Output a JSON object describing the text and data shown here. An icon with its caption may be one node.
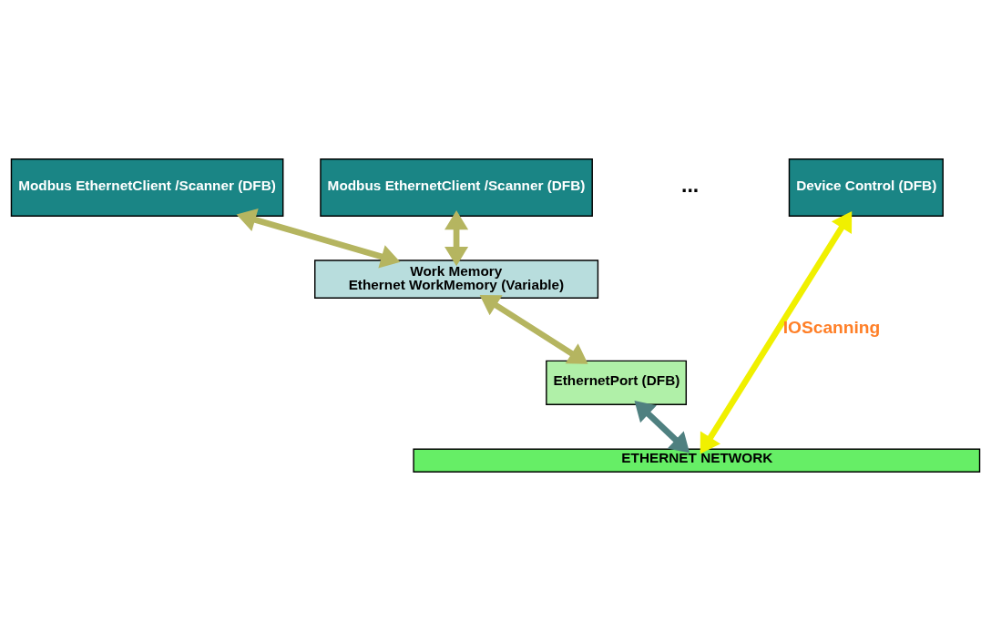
{
  "diagram": {
    "nodes": [
      {
        "text": [
          "Modbus EthernetClient /Scanner (DFB)"
        ]
      },
      {
        "text": [
          "Modbus EthernetClient /Scanner (DFB)"
        ]
      },
      {
        "text": [
          "Device Control (DFB)"
        ]
      },
      {
        "text": [
          "Work Memory",
          "Ethernet WorkMemory (Variable)"
        ]
      },
      {
        "text": [
          "EthernetPort (DFB)"
        ]
      },
      {
        "text": [
          "ETHERNET NETWORK"
        ]
      }
    ],
    "edges": [
      {
        "from": 0,
        "to": 3,
        "arrow": "both"
      },
      {
        "from": 1,
        "to": 3,
        "arrow": "both"
      },
      {
        "from": 3,
        "to": 4,
        "arrow": "both"
      },
      {
        "from": 4,
        "to": 5,
        "arrow": "both",
        "color": "#4f8080"
      },
      {
        "from": 2,
        "to": 5,
        "arrow": "both",
        "color": "#f0f000",
        "label": "IOScanning"
      }
    ],
    "labels": [
      "..."
    ]
  }
}
